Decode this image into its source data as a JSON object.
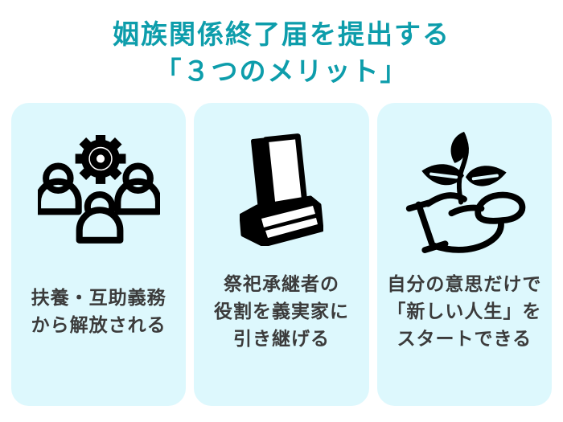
{
  "title": {
    "line1": "姻族関係終了届を提出する",
    "line2": "「３つのメリット」"
  },
  "cards": [
    {
      "icon": "people-gear-icon",
      "lines": [
        "扶養・互助義務",
        "から解放される"
      ]
    },
    {
      "icon": "gravestone-icon",
      "lines": [
        "祭祀承継者の",
        "役割を義実家に",
        "引き継げる"
      ]
    },
    {
      "icon": "hand-sprout-icon",
      "lines": [
        "自分の意思だけで",
        "「新しい人生」を",
        "スタートできる"
      ]
    }
  ],
  "colors": {
    "accent_teal": "#0D9DAB",
    "card_background": "#DDF8FD",
    "body_text": "#3B3B3B",
    "icon_black": "#000000",
    "page_background": "#FFFFFF"
  }
}
